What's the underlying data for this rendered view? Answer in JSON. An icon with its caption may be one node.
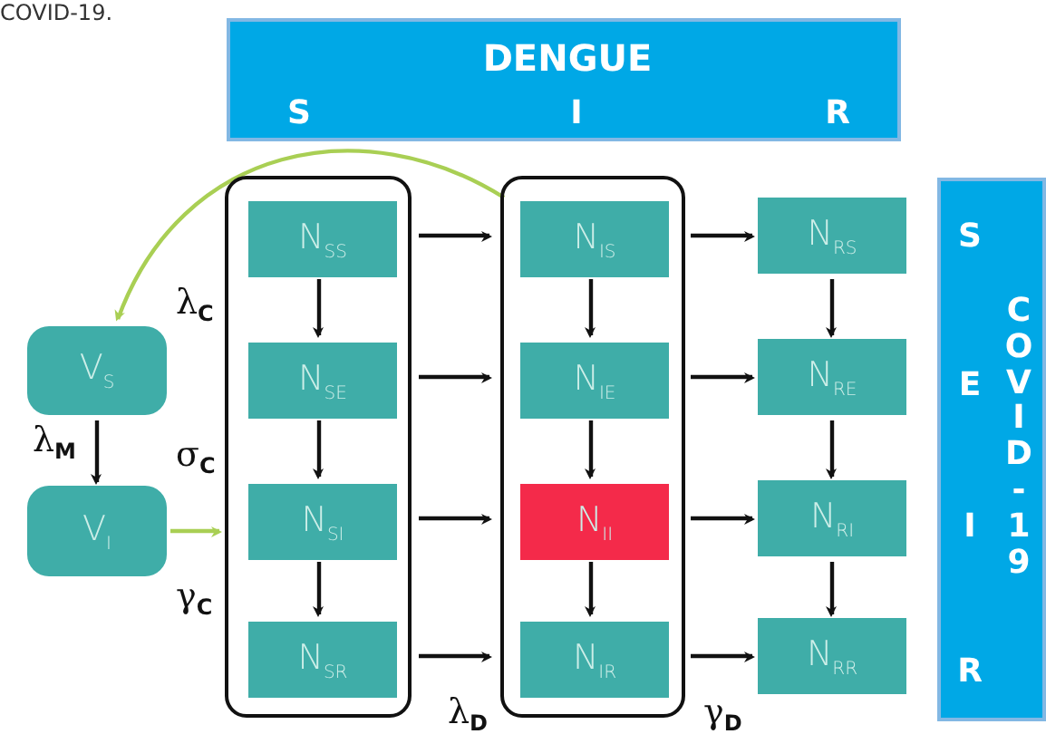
{
  "diagram": {
    "nodes": [
      {
        "text": [
          "DENGUE",
          "S",
          "I",
          "R"
        ]
      },
      {
        "text": [
          "S",
          "E",
          "I",
          "R",
          "COVID-19"
        ]
      },
      {
        "text": [
          "V$_{S}$"
        ]
      },
      {
        "text": [
          "V$_{I}$"
        ]
      },
      {
        "text": [],
        "shape": "box"
      },
      {
        "text": [
          "N$_{SS}$"
        ],
        "in": 4
      },
      {
        "text": [
          "N$_{SE}$"
        ],
        "in": 4
      },
      {
        "text": [
          "N$_{SI}$"
        ],
        "in": 4
      },
      {
        "text": [
          "N$_{SR}$"
        ],
        "in": 4
      },
      {
        "text": [],
        "shape": "box"
      },
      {
        "text": [
          "N$_{IS}$"
        ],
        "in": 9
      },
      {
        "text": [
          "N$_{IE}$"
        ],
        "in": 9
      },
      {
        "text": [
          "N$_{II}$"
        ],
        "in": 9
      },
      {
        "text": [
          "N$_{IR}$"
        ],
        "in": 9
      },
      {
        "text": [
          "N$_{RS}$"
        ]
      },
      {
        "text": [
          "N$_{RE}$"
        ]
      },
      {
        "text": [
          "N$_{RI}$"
        ]
      },
      {
        "text": [
          "N$_{RR}$"
        ]
      }
    ],
    "edges": [
      {
        "from": 9,
        "to": 2,
        "arrow": "to",
        "color": "#a9cf54"
      },
      {
        "from": 2,
        "to": 3,
        "arrow": "to"
      },
      {
        "from": 3,
        "to": 4,
        "arrow": "to",
        "color": "#a9cf54"
      },
      {
        "from": 5,
        "to": 6,
        "arrow": "to"
      },
      {
        "from": 6,
        "to": 7,
        "arrow": "to"
      },
      {
        "from": 7,
        "to": 8,
        "arrow": "to"
      },
      {
        "from": 10,
        "to": 11,
        "arrow": "to"
      },
      {
        "from": 11,
        "to": 12,
        "arrow": "to"
      },
      {
        "from": 12,
        "to": 13,
        "arrow": "to"
      },
      {
        "from": 14,
        "to": 15,
        "arrow": "to"
      },
      {
        "from": 15,
        "to": 16,
        "arrow": "to"
      },
      {
        "from": 16,
        "to": 17,
        "arrow": "to"
      },
      {
        "from": 5,
        "to": 10,
        "arrow": "to"
      },
      {
        "from": 6,
        "to": 11,
        "arrow": "to"
      },
      {
        "from": 7,
        "to": 12,
        "arrow": "to"
      },
      {
        "from": 8,
        "to": 13,
        "arrow": "to"
      },
      {
        "from": 10,
        "to": 14,
        "arrow": "to"
      },
      {
        "from": 11,
        "to": 15,
        "arrow": "to"
      },
      {
        "from": 12,
        "to": 16,
        "arrow": "to"
      },
      {
        "from": 13,
        "to": 17,
        "arrow": "to"
      }
    ],
    "labels": [
      "COVID-19.",
      "λ$_{C}$",
      "λ$_{M}$",
      "σ$_{C}$",
      "γ$_{C}$",
      "λ$_{D}$",
      "γ$_{D}$"
    ]
  }
}
